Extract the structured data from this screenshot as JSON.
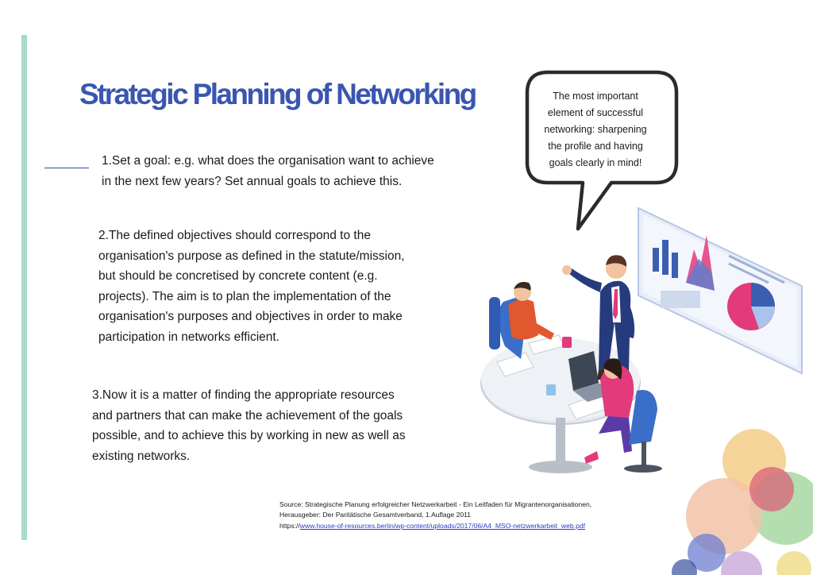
{
  "title": "Strategic Planning of Networking",
  "points": [
    {
      "text": "1.Set a goal: e.g. what does the organisation want to achieve in the next few years? Set annual goals to achieve this."
    },
    {
      "text": "2.The defined objectives should correspond to the organisation's purpose as defined in the statute/mission, but should be concretised by concrete content (e.g. projects). The aim is to plan the implementation of the organisation's purposes and objectives in order to make participation in networks efficient."
    },
    {
      "text": "3.Now it is a matter of finding the appropriate resources and partners that can make the achievement of the goals possible, and to achieve this by working in new as well as existing networks."
    }
  ],
  "callout": {
    "line1": "The most important",
    "line2": "element of successful",
    "line3": "networking: sharpening",
    "line4": "the profile and having",
    "line5": "goals clearly in mind!"
  },
  "source": {
    "line1": "Source: Strategische Planung erfolgreicher Netzwerkarbeit - Ein Leitfaden für Migrantenorganisationen,",
    "line2": "Herausgeber: Der Paritätische Gesamtverband, 1.Auflage 2011",
    "url_prefix": "https://",
    "url": "www.house-of-resources.berlin/wp-content/uploads/2017/06/A4_MSO-netzwerkarbeit_web.pdf"
  },
  "colors": {
    "title": "#3a56b0",
    "accent_bar": "#a9d8cd",
    "rule": "#2f4fa3",
    "link": "#2a3fc0"
  },
  "icons": [
    "speech-bubble-icon",
    "business-meeting-illustration",
    "decorative-circles"
  ]
}
